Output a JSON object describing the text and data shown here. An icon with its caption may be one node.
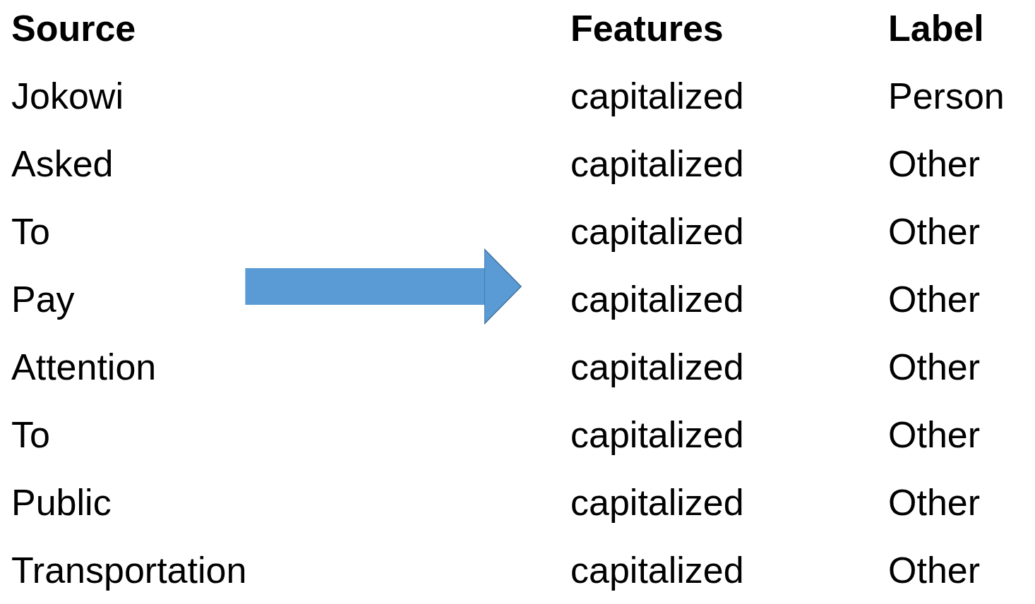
{
  "diagram": {
    "nodes": [
      {
        "text": [
          "Source",
          "Jokowi",
          "Asked",
          "To",
          "Pay",
          "Attention",
          "To",
          "Public",
          "Transportation"
        ]
      },
      {
        "text": [
          "Features",
          "Label",
          "capitalized",
          "Person",
          "capitalized",
          "Other",
          "capitalized",
          "Other",
          "capitalized",
          "Other",
          "capitalized",
          "Other",
          "capitalized",
          "Other",
          "capitalized",
          "Other",
          "capitalized",
          "Other"
        ]
      }
    ],
    "edges": [
      {
        "from": 0,
        "to": 1,
        "arrow": "to"
      }
    ]
  }
}
